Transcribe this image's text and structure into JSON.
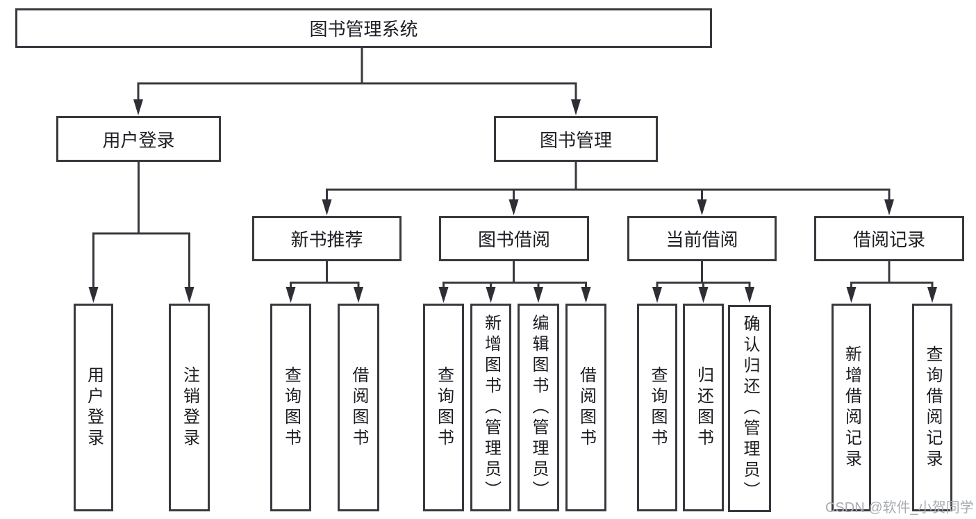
{
  "diagram": {
    "title": "图书管理系统",
    "root": {
      "label": "图书管理系统"
    },
    "branches": [
      {
        "label": "用户登录",
        "children": [
          {
            "label": "用户登录"
          },
          {
            "label": "注销登录"
          }
        ]
      },
      {
        "label": "图书管理",
        "children": [
          {
            "label": "新书推荐",
            "children": [
              {
                "label": "查询图书"
              },
              {
                "label": "借阅图书"
              }
            ]
          },
          {
            "label": "图书借阅",
            "children": [
              {
                "label": "查询图书"
              },
              {
                "label": "新增图书（管理员）"
              },
              {
                "label": "编辑图书（管理员）"
              },
              {
                "label": "借阅图书"
              }
            ]
          },
          {
            "label": "当前借阅",
            "children": [
              {
                "label": "查询图书"
              },
              {
                "label": "归还图书"
              },
              {
                "label": "确认归还（管理员）"
              }
            ]
          },
          {
            "label": "借阅记录",
            "children": [
              {
                "label": "新增借阅记录"
              },
              {
                "label": "查询借阅记录"
              }
            ]
          }
        ]
      }
    ]
  },
  "watermark": {
    "text": "CSDN @软件_小贺同学"
  },
  "colors": {
    "line": "#38383e",
    "text": "#1c1c22",
    "watermark": "#a9acb1",
    "background": "#ffffff"
  }
}
